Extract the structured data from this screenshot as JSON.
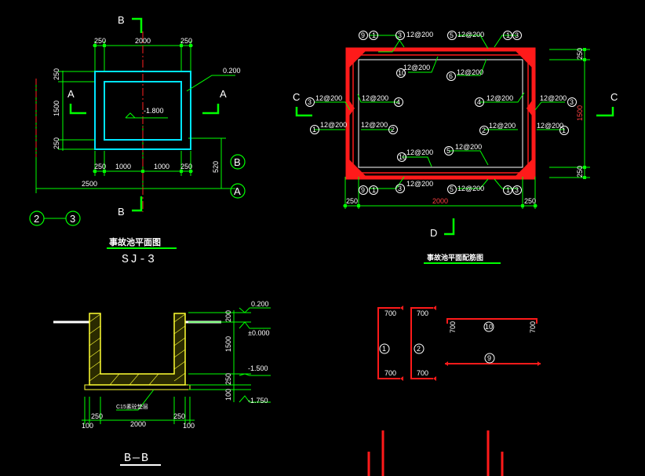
{
  "plan": {
    "section_b": "B",
    "section_a": "A",
    "dims_top": [
      "250",
      "2000",
      "250"
    ],
    "dims_bottom": [
      "250",
      "1000",
      "1000",
      "250"
    ],
    "dims_left": [
      "250",
      "1500",
      "250"
    ],
    "slope": "0.200",
    "floor_level": "-1.800",
    "offset": "520",
    "overall": "2500",
    "axis_b": "B",
    "axis_a": "A",
    "axis_2": "2",
    "axis_3": "3",
    "title": "事故池平面图",
    "code": "SJ-3"
  },
  "reinf": {
    "section_c": "C",
    "section_d": "D",
    "rebar": "12@200",
    "marks": [
      "1",
      "2",
      "3",
      "4",
      "5",
      "6",
      "9",
      "10"
    ],
    "dims_right": [
      "250",
      "1500",
      "250"
    ],
    "dims_bottom": [
      "250",
      "2000",
      "250"
    ],
    "title": "事故池平面配筋图"
  },
  "section": {
    "levels": [
      "0.200",
      "±0.000",
      "-1.500",
      "-1.750"
    ],
    "dims_v": [
      "200",
      "1500",
      "250",
      "100"
    ],
    "dims_h": [
      "100",
      "250",
      "2000",
      "250",
      "100"
    ],
    "concrete": "C15素砼垫层",
    "title": "B—B"
  },
  "bars": {
    "len": "700",
    "bar_marks": [
      "1",
      "2",
      "10",
      "9"
    ]
  }
}
